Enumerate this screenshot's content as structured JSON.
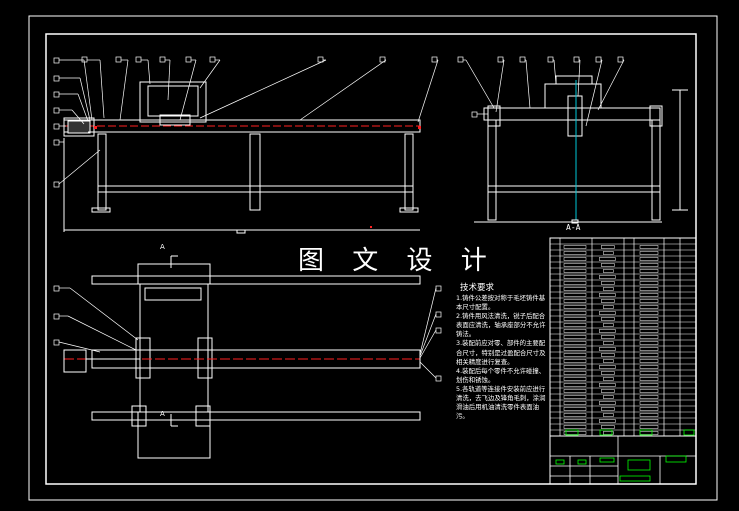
{
  "drawing": {
    "watermark": "图 文 设 计",
    "section_label": "A-A",
    "cut_label_top": "A",
    "cut_label_bottom": "A"
  },
  "requirements": {
    "title": "技术要求",
    "items": [
      "1.铸件公差按对称于毛坯铸件基本尺寸配置。",
      "2.铸件用风法清洗，锐子后配合表面应清洗，轴承座部分不允许铸法。",
      "3.装配前应对零、部件的主要配合尺寸，特别是过盈配合尺寸及相关精度进行复查。",
      "4.装配后每个零件不允许碰撞、划伤和锈蚀。",
      "5.各轨道等连接件安装前应进行清洗，去飞边及锋角毛刺，涂润滑油后用机油清洗零件表面油污。"
    ]
  },
  "colors": {
    "background": "#000000",
    "line": "#ffffff",
    "center_line": "#ff2020",
    "cyan": "#00c8d8",
    "green": "#00ff00"
  }
}
